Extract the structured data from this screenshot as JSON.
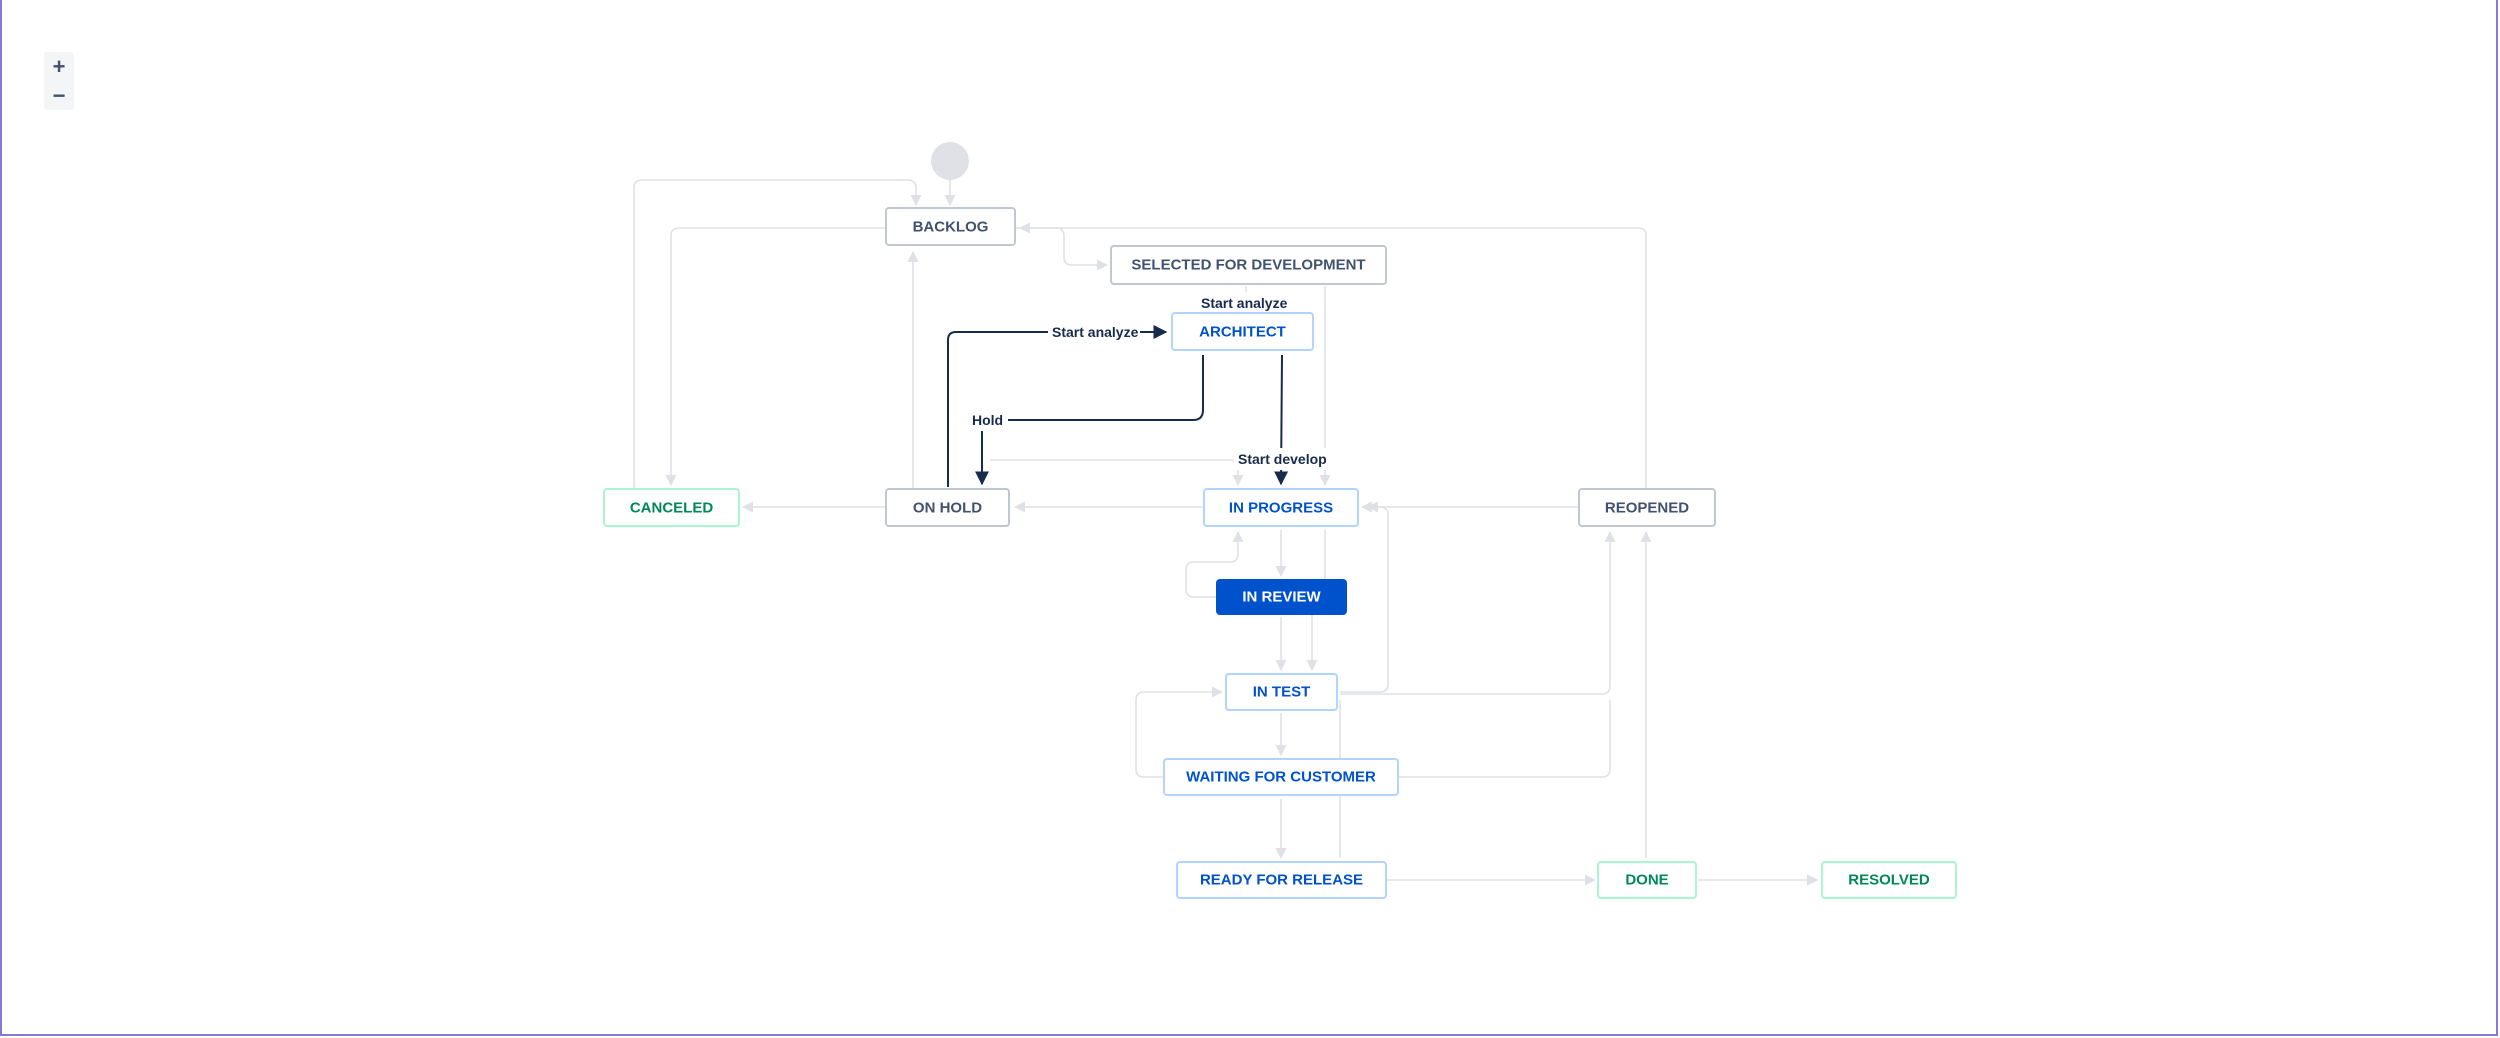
{
  "zoom": {
    "in_label": "+",
    "out_label": "−"
  },
  "workflow": {
    "statuses": [
      {
        "id": "backlog",
        "label": "BACKLOG",
        "category": "todo"
      },
      {
        "id": "selected",
        "label": "SELECTED FOR DEVELOPMENT",
        "category": "todo"
      },
      {
        "id": "architect",
        "label": "ARCHITECT",
        "category": "progress"
      },
      {
        "id": "canceled",
        "label": "CANCELED",
        "category": "done"
      },
      {
        "id": "onhold",
        "label": "ON HOLD",
        "category": "todo"
      },
      {
        "id": "inprogress",
        "label": "IN PROGRESS",
        "category": "progress"
      },
      {
        "id": "reopened",
        "label": "REOPENED",
        "category": "todo"
      },
      {
        "id": "inreview",
        "label": "IN REVIEW",
        "category": "progress",
        "selected": true
      },
      {
        "id": "intest",
        "label": "IN TEST",
        "category": "progress"
      },
      {
        "id": "waiting",
        "label": "WAITING FOR CUSTOMER",
        "category": "progress"
      },
      {
        "id": "ready",
        "label": "READY FOR RELEASE",
        "category": "progress"
      },
      {
        "id": "done",
        "label": "DONE",
        "category": "done"
      },
      {
        "id": "resolved",
        "label": "RESOLVED",
        "category": "done"
      }
    ],
    "transition_labels": {
      "start_analyze_top": "Start analyze",
      "start_analyze_left": "Start analyze",
      "hold": "Hold",
      "start_develop": "Start develop"
    }
  },
  "colors": {
    "todo_border": "#c1c7d0",
    "todo_text": "#42526e",
    "progress_border": "#b3d4ff",
    "progress_text": "#0052cc",
    "done_border": "#abf5d1",
    "done_text": "#00875a",
    "selected_fill": "#0052cc",
    "edge": "#dfe1e6",
    "edge_highlight": "#172b4d"
  }
}
